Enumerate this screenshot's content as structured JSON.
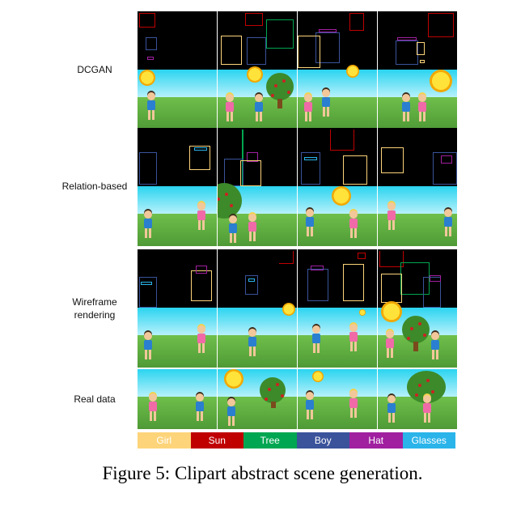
{
  "figure": {
    "rows": [
      {
        "label": "DCGAN"
      },
      {
        "label": "Relation-based"
      },
      {
        "label": "Wireframe rendering"
      },
      {
        "label": "Real data"
      }
    ]
  },
  "legend": {
    "items": [
      {
        "label": "Girl",
        "color": "#fdd47a"
      },
      {
        "label": "Sun",
        "color": "#c00000"
      },
      {
        "label": "Tree",
        "color": "#00a651"
      },
      {
        "label": "Boy",
        "color": "#3a539b"
      },
      {
        "label": "Hat",
        "color": "#a020a0"
      },
      {
        "label": "Glasses",
        "color": "#2ab4ea"
      }
    ]
  },
  "caption": "Figure 5: Clipart abstract scene generation."
}
